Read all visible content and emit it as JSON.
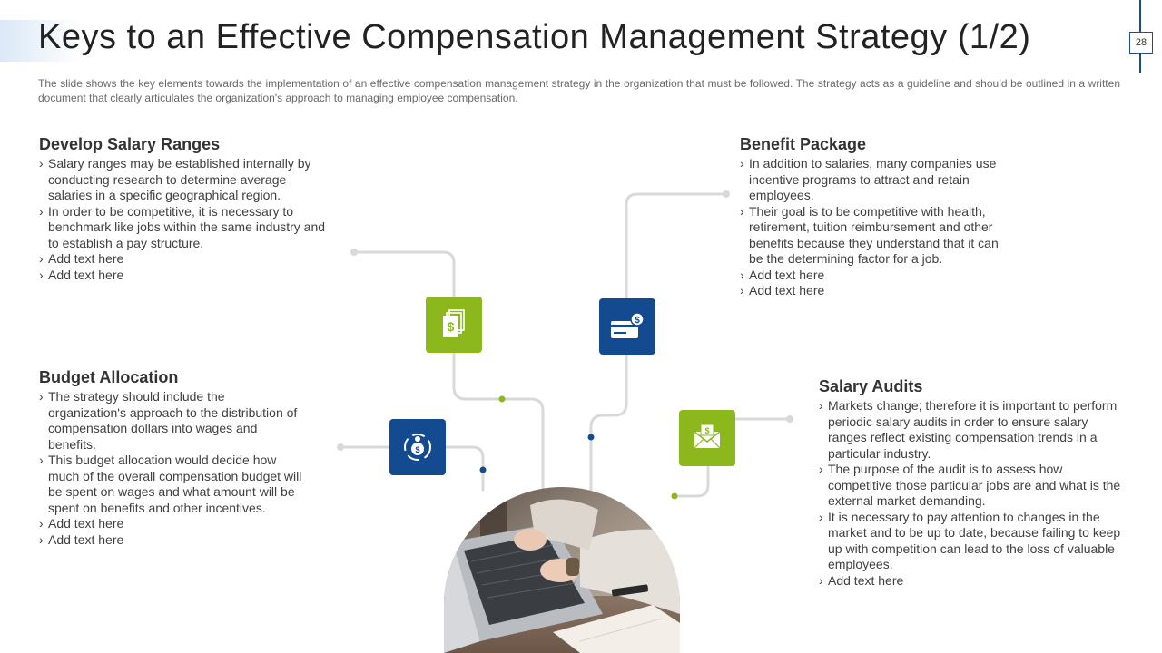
{
  "page": {
    "title": "Keys to an Effective Compensation Management Strategy (1/2)",
    "page_number": "28",
    "subtitle": "The slide shows the key elements towards the implementation of an effective compensation management strategy in the organization that must be followed. The strategy acts as a guideline and should be outlined in a written document that clearly articulates the organization's approach to managing employee compensation."
  },
  "colors": {
    "green": "#8cb81e",
    "blue": "#144a8f",
    "connector": "#d9d9d9",
    "title_accent": "#dbe8f7"
  },
  "sections": {
    "salary_ranges": {
      "heading": "Develop Salary Ranges",
      "icon": "money-document-icon",
      "bullets": [
        "Salary ranges may be established internally by conducting research to determine average salaries in a specific geographical region.",
        "In order to be competitive, it is necessary to benchmark like jobs within the same industry and to establish a pay structure.",
        "Add text here",
        "Add text here"
      ]
    },
    "budget_allocation": {
      "heading": "Budget Allocation",
      "icon": "money-cycle-icon",
      "bullets": [
        "The strategy should include the organization's approach to the distribution of compensation dollars into wages and benefits.",
        "This budget allocation would decide how much of the overall compensation budget will be spent on wages and what amount will be spent on benefits and other incentives.",
        "Add text here",
        "Add text here"
      ]
    },
    "benefit_package": {
      "heading": "Benefit Package",
      "icon": "credit-card-dollar-icon",
      "bullets": [
        "In addition to salaries, many companies use incentive programs to attract and retain employees.",
        "Their goal is to be competitive with health, retirement, tuition reimbursement and other benefits because they understand that it can be the determining factor for a job.",
        "Add text here",
        "Add text here"
      ]
    },
    "salary_audits": {
      "heading": "Salary Audits",
      "icon": "dollar-envelope-icon",
      "bullets": [
        "Markets change; therefore it is important to perform periodic salary audits in order to ensure salary ranges reflect existing compensation trends in a particular industry.",
        "The purpose of the audit is to assess how competitive those particular jobs are and what is the external market demanding.",
        " It is necessary to pay attention to changes in the market and to be up to date, because failing to keep up with competition can lead to the loss of valuable employees.",
        "Add text here"
      ]
    }
  }
}
